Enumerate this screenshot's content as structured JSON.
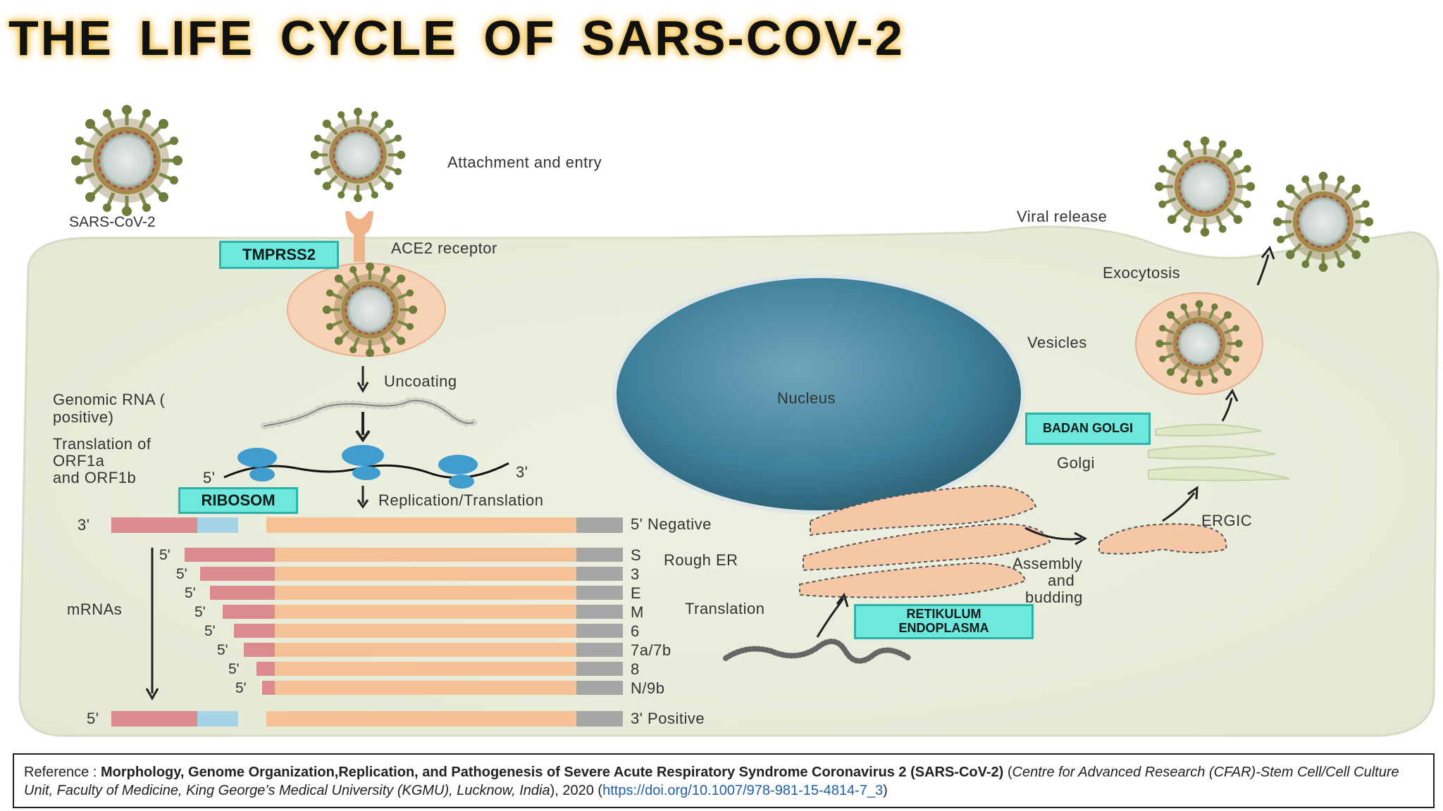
{
  "title": "THE  LIFE  CYCLE  OF  SARS-COV-2",
  "labels": {
    "sars_cov_2": "SARS-CoV-2",
    "attachment": "Attachment and entry",
    "ace2": "ACE2 receptor",
    "uncoating": "Uncoating",
    "genomic_rna_1": "Genomic RNA (",
    "genomic_rna_2": "positive)",
    "translation_orf_1": "Translation of",
    "translation_orf_2": "ORF1a",
    "translation_orf_3": "and ORF1b",
    "five_prime": "5'",
    "three_prime": "3'",
    "replication": "Replication/Translation",
    "negative": "5'  Negative",
    "positive": "3'  Positive",
    "mrnas": "mRNAs",
    "rough_er": "Rough ER",
    "translation": "Translation",
    "nucleus": "Nucleus",
    "golgi": "Golgi",
    "ergic": "ERGIC",
    "assembly_1": "Assembly",
    "assembly_2": "and",
    "assembly_3": "budding",
    "vesicles": "Vesicles",
    "exocytosis": "Exocytosis",
    "viral_release": "Viral release"
  },
  "mrna_genes": [
    "S",
    "3",
    "E",
    "M",
    "6",
    "7a/7b",
    "8",
    "N/9b"
  ],
  "tags": {
    "tmprss2": "TMPRSS2",
    "ribosom": "RIBOSOM",
    "badan_golgi": "BADAN GOLGI",
    "retikulum_1": "RETIKULUM",
    "retikulum_2": "ENDOPLASMA"
  },
  "reference": {
    "prefix": "Reference : ",
    "title": "Morphology, Genome Organization,Replication, and Pathogenesis of Severe Acute Respiratory Syndrome Coronavirus 2 (SARS-CoV-2)",
    "open_paren": " (",
    "institution": "Centre for Advanced Research (CFAR)-Stem Cell/Cell Culture Unit, Faculty of Medicine, King George’s Medical University (KGMU), Lucknow, India",
    "year": "), 2020  (",
    "link": "https://doi.org/10.1007/978-981-15-4814-7_3",
    "close": ")"
  },
  "colors": {
    "cell": "#ecefe0",
    "nucleus": "#3f7f99",
    "rna_pink": "#d98b8e",
    "rna_orange": "#f5c197",
    "rna_gray": "#a6a6a6",
    "rna_blue": "#a7d3e6",
    "tag_fill": "#6ee8dd"
  }
}
